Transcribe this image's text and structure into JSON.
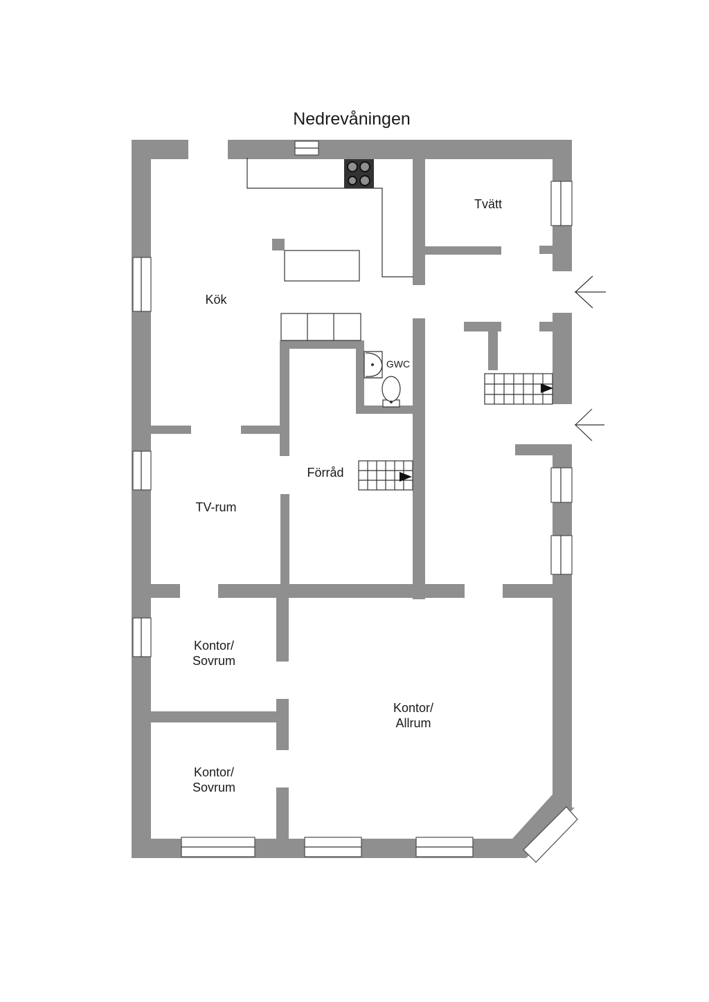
{
  "title": "Nedrevåningen",
  "rooms": {
    "kok": "Kök",
    "tvatt": "Tvätt",
    "gwc": "GWC",
    "forrad": "Förråd",
    "tv_rum": "TV-rum",
    "kontor_sovrum_1": [
      "Kontor/",
      "Sovrum"
    ],
    "kontor_sovrum_2": [
      "Kontor/",
      "Sovrum"
    ],
    "kontor_allrum": [
      "Kontor/",
      "Allrum"
    ]
  },
  "icons": {
    "entrance_arrows": "arrow-left-icon",
    "stair_direction": "triangle-right-icon",
    "stove": "stove-icon",
    "toilet": "toilet-icon",
    "sink": "sink-icon"
  },
  "colors": {
    "wall": "#8f8f8f",
    "background": "#ffffff",
    "text": "#1a1a1a"
  }
}
